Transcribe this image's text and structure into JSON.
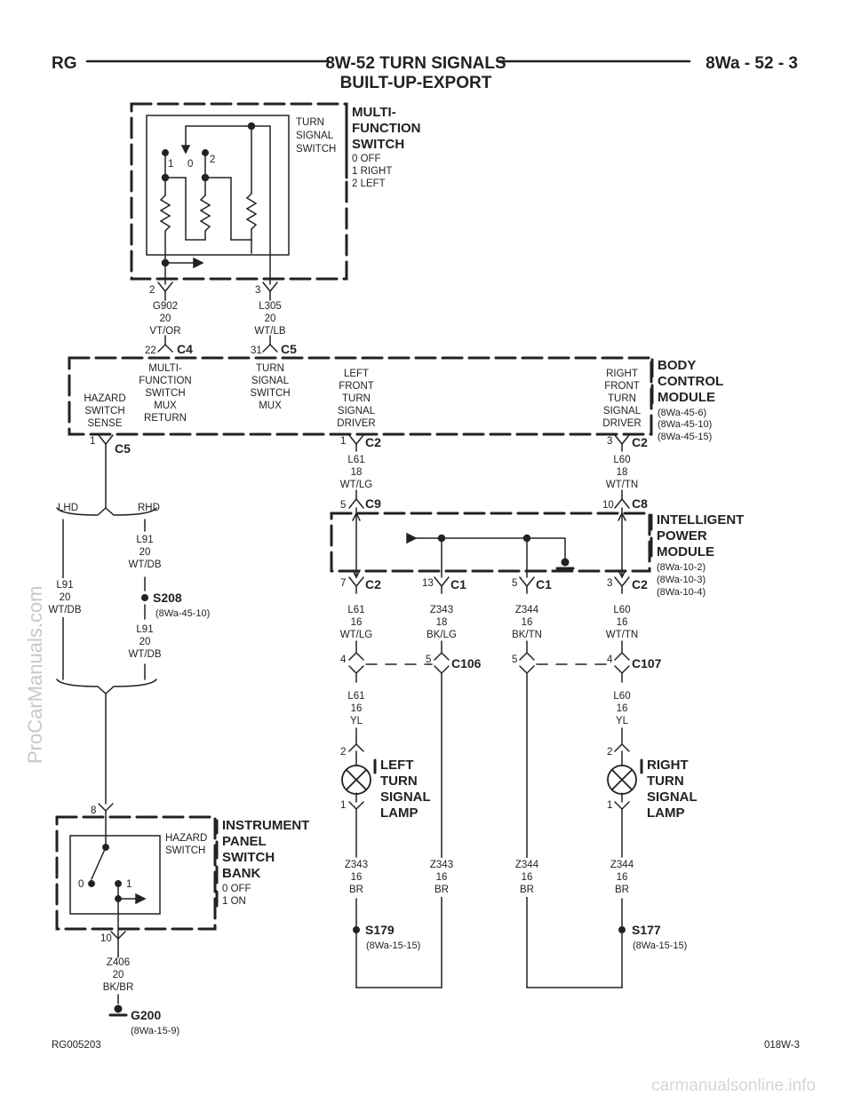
{
  "header": {
    "left": "RG",
    "title": "8W-52 TURN SIGNALS",
    "subtitle": "BUILT-UP-EXPORT",
    "page": "8Wa - 52 - 3"
  },
  "footer": {
    "left": "RG005203",
    "right": "018W-3"
  },
  "watermarks": {
    "side": "ProCarManuals.com",
    "bottom": "carmanualsonline.info"
  },
  "multifunction_switch": {
    "title": [
      "MULTI-",
      "FUNCTION",
      "SWITCH"
    ],
    "positions": [
      "0 OFF",
      "1 RIGHT",
      "2 LEFT"
    ],
    "inner_label": [
      "TURN",
      "SIGNAL",
      "SWITCH"
    ],
    "pos_labels": [
      "1",
      "0",
      "2"
    ]
  },
  "bcm": {
    "title": [
      "BODY",
      "CONTROL",
      "MODULE"
    ],
    "refs": [
      "(8Wa-45-6)",
      "(8Wa-45-10)",
      "(8Wa-45-15)"
    ],
    "labels": {
      "hazard": [
        "HAZARD",
        "SWITCH",
        "SENSE"
      ],
      "mf_mux": [
        "MULTI-",
        "FUNCTION",
        "SWITCH",
        "MUX",
        "RETURN"
      ],
      "ts_mux": [
        "TURN",
        "SIGNAL",
        "SWITCH",
        "MUX"
      ],
      "left_drv": [
        "LEFT",
        "FRONT",
        "TURN",
        "SIGNAL",
        "DRIVER"
      ],
      "right_drv": [
        "RIGHT",
        "FRONT",
        "TURN",
        "SIGNAL",
        "DRIVER"
      ]
    }
  },
  "ipm": {
    "title": [
      "INTELLIGENT",
      "POWER",
      "MODULE"
    ],
    "refs": [
      "(8Wa-10-2)",
      "(8Wa-10-3)",
      "(8Wa-10-4)"
    ]
  },
  "ipsb": {
    "title": [
      "INSTRUMENT",
      "PANEL",
      "SWITCH",
      "BANK"
    ],
    "positions": [
      "0 OFF",
      "1 ON"
    ],
    "inner_label": [
      "HAZARD",
      "SWITCH"
    ],
    "pos_labels": [
      "0",
      "1"
    ]
  },
  "lamps": {
    "left": [
      "LEFT",
      "TURN",
      "SIGNAL",
      "LAMP"
    ],
    "right": [
      "RIGHT",
      "TURN",
      "SIGNAL",
      "LAMP"
    ]
  },
  "splices": {
    "s208": {
      "name": "S208",
      "ref": "(8Wa-45-10)"
    },
    "s179": {
      "name": "S179",
      "ref": "(8Wa-15-15)"
    },
    "s177": {
      "name": "S177",
      "ref": "(8Wa-15-15)"
    },
    "g200": {
      "name": "G200",
      "ref": "(8Wa-15-9)"
    }
  },
  "wires": {
    "g902": [
      "G902",
      "20",
      "VT/OR"
    ],
    "l305": [
      "L305",
      "20",
      "WT/LB"
    ],
    "l61_18": [
      "L61",
      "18",
      "WT/LG"
    ],
    "l60_18": [
      "L60",
      "18",
      "WT/TN"
    ],
    "l91_lhd": [
      "L91",
      "20",
      "WT/DB"
    ],
    "l91_rhd": [
      "L91",
      "20",
      "WT/DB"
    ],
    "l91_s208": [
      "L91",
      "20",
      "WT/DB"
    ],
    "l61_16": [
      "L61",
      "16",
      "WT/LG"
    ],
    "z343_18": [
      "Z343",
      "18",
      "BK/LG"
    ],
    "z344_16": [
      "Z344",
      "16",
      "BK/TN"
    ],
    "l60_16": [
      "L60",
      "16",
      "WT/TN"
    ],
    "l61_yl": [
      "L61",
      "16",
      "YL"
    ],
    "l60_yl": [
      "L60",
      "16",
      "YL"
    ],
    "z343_lamp": [
      "Z343",
      "16",
      "BR"
    ],
    "z343_br": [
      "Z343",
      "16",
      "BR"
    ],
    "z344_br": [
      "Z344",
      "16",
      "BR"
    ],
    "z344_lamp": [
      "Z344",
      "16",
      "BR"
    ],
    "z406": [
      "Z406",
      "20",
      "BK/BR"
    ]
  },
  "connectors": {
    "c4_22": {
      "pin": "22",
      "name": "C4"
    },
    "c5_31": {
      "pin": "31",
      "name": "C5"
    },
    "c5_1": {
      "pin": "1",
      "name": "C5"
    },
    "c2_1": {
      "pin": "1",
      "name": "C2"
    },
    "c2_3": {
      "pin": "3",
      "name": "C2"
    },
    "c9_5": {
      "pin": "5",
      "name": "C9"
    },
    "c8_10": {
      "pin": "10",
      "name": "C8"
    },
    "c2_7": {
      "pin": "7",
      "name": "C2"
    },
    "c1_13": {
      "pin": "13",
      "name": "C1"
    },
    "c1_5": {
      "pin": "5",
      "name": "C1"
    },
    "c2_3b": {
      "pin": "3",
      "name": "C2"
    },
    "c106": {
      "pins": [
        "4",
        "5"
      ],
      "name": "C106"
    },
    "c107": {
      "pins": [
        "5",
        "4"
      ],
      "name": "C107"
    },
    "mfs_pins": [
      "2",
      "3"
    ],
    "lamp_pins": [
      "2",
      "1"
    ],
    "ipsb_pins": [
      "8",
      "10"
    ]
  },
  "hazard_branch": {
    "lhd": "LHD",
    "rhd": "RHD"
  }
}
